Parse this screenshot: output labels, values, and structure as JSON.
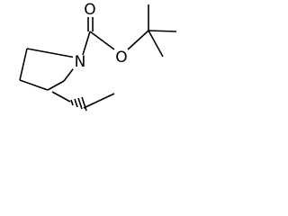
{
  "atoms": [
    {
      "label": "O",
      "element": "oxygen"
    },
    {
      "label": "O",
      "element": "oxygen"
    },
    {
      "label": "N",
      "element": "nitrogen"
    }
  ]
}
